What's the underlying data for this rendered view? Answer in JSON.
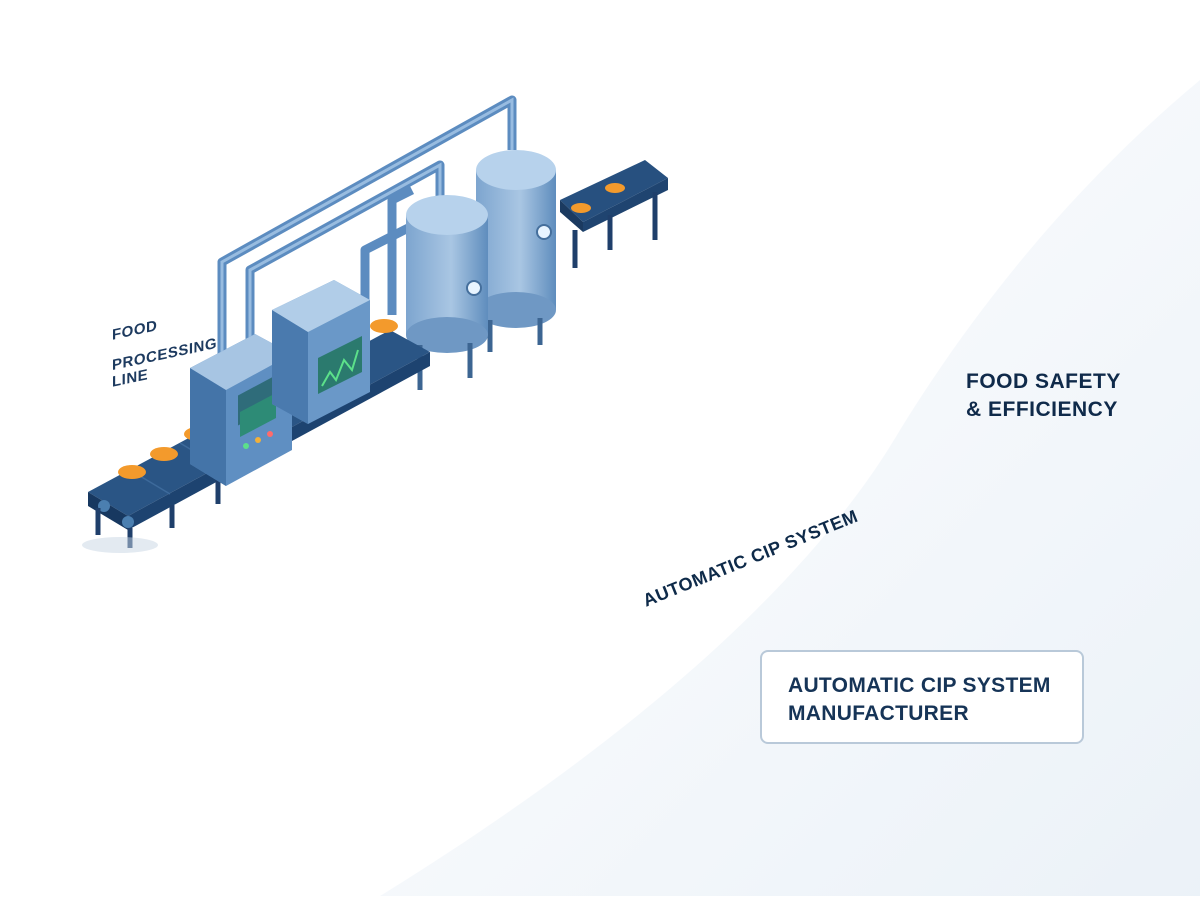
{
  "labels": {
    "food_processing_line": [
      "FOOD",
      "PROCESSING",
      "LINE"
    ],
    "food_safety": [
      "FOOD SAFETY",
      "& EFFICIENCY"
    ],
    "cip_system_iso": "AUTOMATIC CIP SYSTEM",
    "manufacturer": [
      "AUTOMATIC CIP SYSTEM",
      "MANUFACTURER"
    ]
  },
  "icons": [
    "shield-check-icon",
    "gear-icon",
    "flow-arrow-icon"
  ],
  "colors": {
    "flow_cyan": "#2fc6f0",
    "flow_green": "#38e07a",
    "machine_blue": "#4b7fb0",
    "machine_light": "#a9c6e3",
    "conveyor_dark": "#1f3f6b",
    "product_orange": "#f39a2c",
    "shield_green": "#2fb56a",
    "gear_orange": "#f08a1e",
    "label_navy": "#163457"
  }
}
